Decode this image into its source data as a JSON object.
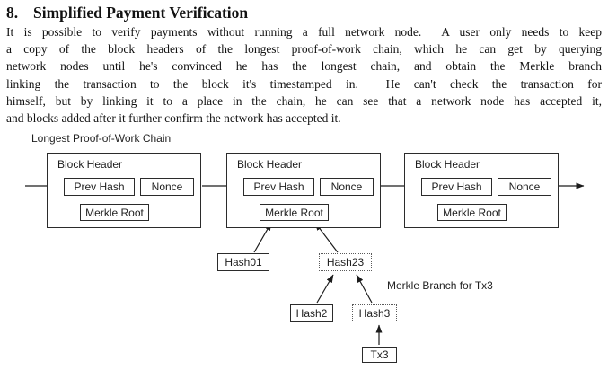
{
  "page": {
    "background": "#ffffff",
    "text_color": "#121212",
    "line_color": "#1c1c1c"
  },
  "section": {
    "number": "8.",
    "title": "Simplified Payment Verification"
  },
  "paragraph": {
    "lines": [
      "It is possible to verify payments without running a full network node.  A user only needs to keep",
      "a copy of the block headers of the longest proof-of-work chain, which he can get by querying",
      "network nodes until he's convinced he has the longest chain, and obtain the Merkle branch",
      "linking the transaction to the block it's timestamped in.  He can't check the transaction for",
      "himself, but by linking it to a place in the chain, he can see that a network node has accepted it,",
      "and blocks added after it further confirm the network has accepted it."
    ]
  },
  "diagram": {
    "chain_label": "Longest Proof-of-Work Chain",
    "merkle_branch_label": "Merkle Branch for Tx3",
    "blocks": [
      {
        "header": "Block Header",
        "prev_hash": "Prev Hash",
        "nonce": "Nonce",
        "merkle_root": "Merkle Root"
      },
      {
        "header": "Block Header",
        "prev_hash": "Prev Hash",
        "nonce": "Nonce",
        "merkle_root": "Merkle Root"
      },
      {
        "header": "Block Header",
        "prev_hash": "Prev Hash",
        "nonce": "Nonce",
        "merkle_root": "Merkle Root"
      }
    ],
    "tree": {
      "hash01": "Hash01",
      "hash23": "Hash23",
      "hash2": "Hash2",
      "hash3": "Hash3",
      "tx3": "Tx3"
    }
  }
}
